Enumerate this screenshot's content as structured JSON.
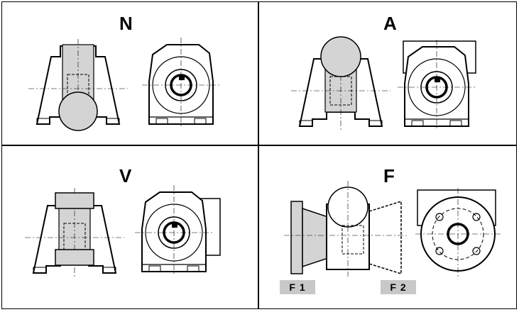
{
  "panels": {
    "n": {
      "label": "N"
    },
    "a": {
      "label": "A"
    },
    "v": {
      "label": "V"
    },
    "f": {
      "label": "F",
      "flange_left": "F 1",
      "flange_right": "F 2"
    }
  },
  "colors": {
    "line": "#000000",
    "fill": "#d4d4d4",
    "tag": "#c8c8c8"
  }
}
